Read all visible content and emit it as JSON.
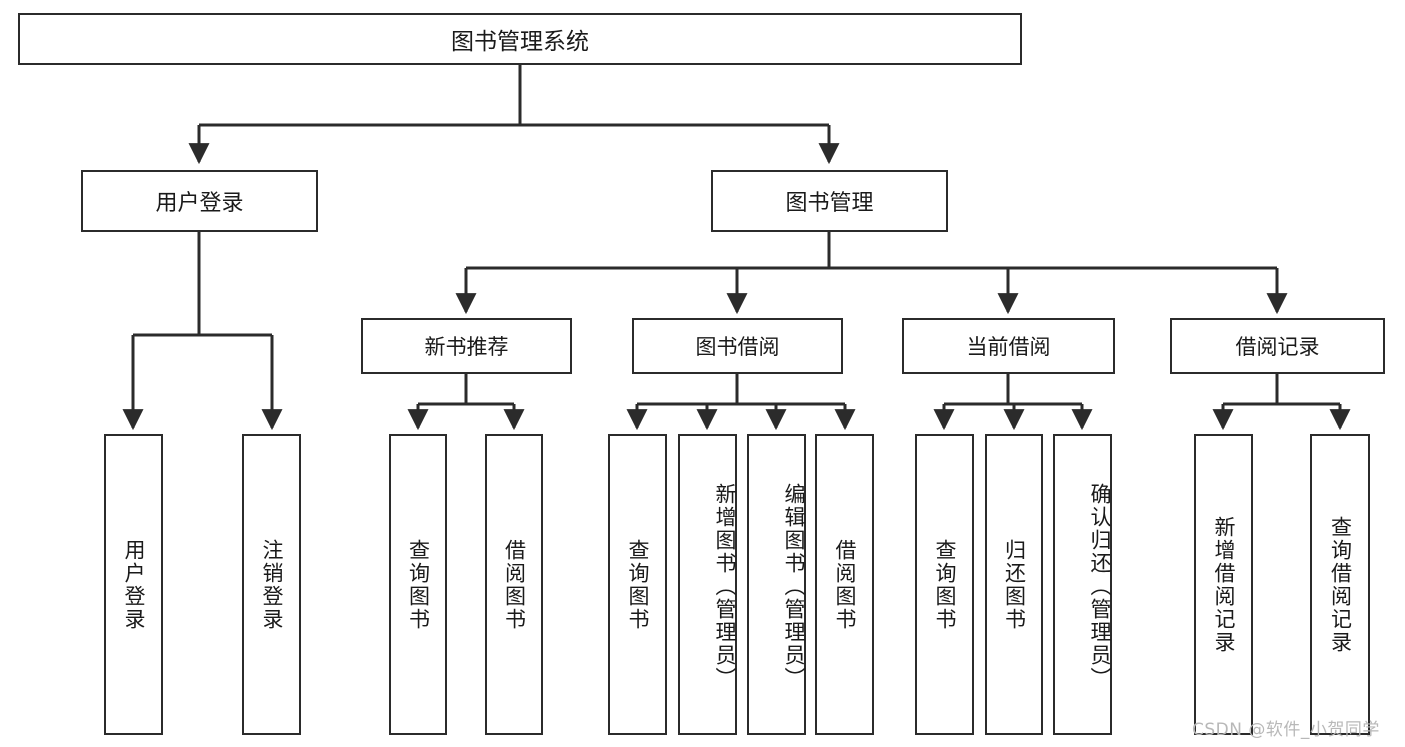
{
  "diagram": {
    "title": "图书管理系统",
    "type": "hierarchy-tree",
    "background_color": "#ffffff",
    "line_color": "#2b2b2b",
    "text_color": "#1a1a1a",
    "nodes": {
      "root": {
        "label": "图书管理系统"
      },
      "level2": [
        {
          "id": "user-login",
          "label": "用户登录"
        },
        {
          "id": "book-management",
          "label": "图书管理"
        }
      ],
      "level3": [
        {
          "id": "new-book-recommend",
          "label": "新书推荐"
        },
        {
          "id": "book-borrow",
          "label": "图书借阅"
        },
        {
          "id": "current-borrow",
          "label": "当前借阅"
        },
        {
          "id": "borrow-record",
          "label": "借阅记录"
        }
      ],
      "leaves": {
        "user_login": [
          {
            "id": "leaf-user-login",
            "label": "用户登录"
          },
          {
            "id": "leaf-logout",
            "label": "注销登录"
          }
        ],
        "new_book_recommend": [
          {
            "id": "leaf-query-book-1",
            "label": "查询图书"
          },
          {
            "id": "leaf-borrow-book-1",
            "label": "借阅图书"
          }
        ],
        "book_borrow": [
          {
            "id": "leaf-query-book-2",
            "label": "查询图书"
          },
          {
            "id": "leaf-add-book",
            "label": "新增图书（管理员）"
          },
          {
            "id": "leaf-edit-book",
            "label": "编辑图书（管理员）"
          },
          {
            "id": "leaf-borrow-book-2",
            "label": "借阅图书"
          }
        ],
        "current_borrow": [
          {
            "id": "leaf-query-book-3",
            "label": "查询图书"
          },
          {
            "id": "leaf-return-book",
            "label": "归还图书"
          },
          {
            "id": "leaf-confirm-return",
            "label": "确认归还（管理员）"
          }
        ],
        "borrow_record": [
          {
            "id": "leaf-add-record",
            "label": "新增借阅记录"
          },
          {
            "id": "leaf-query-record",
            "label": "查询借阅记录"
          }
        ]
      }
    }
  },
  "watermark": {
    "text": "CSDN @软件_小贺同学"
  }
}
